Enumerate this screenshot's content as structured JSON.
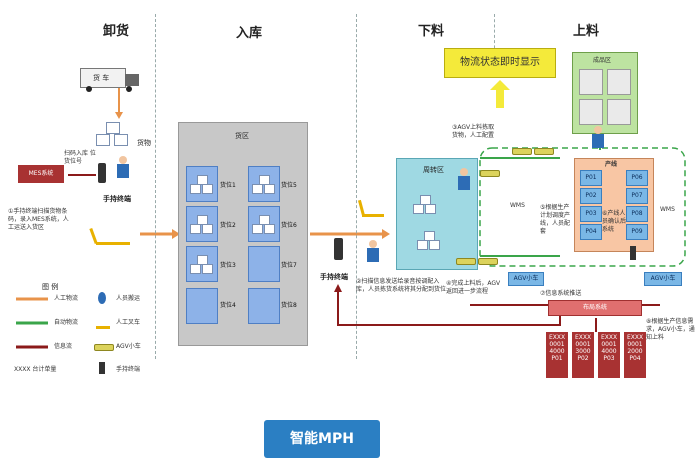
{
  "phases": {
    "unload": "卸货",
    "inbound": "入库",
    "feeding": "下料",
    "loading": "上料"
  },
  "truck_label": "货 车",
  "cargo_label": "货物",
  "mes_left": "MES系统",
  "scan_note": "扫码入库 位货位号",
  "handheld_label_1": "手持终端",
  "handheld_label_2": "手持终端",
  "note_manual": "①手持终端扫描货物条码，录入MES系统，人工运送入货区",
  "cargo_zone_title": "货区",
  "slots": [
    "货位1",
    "货位2",
    "货位3",
    "货位4",
    "货位5",
    "货位6",
    "货位7",
    "货位8"
  ],
  "legend": {
    "title": "图  例",
    "items": [
      {
        "left": "人工物流",
        "right": "人员搬运"
      },
      {
        "left": "自动物流",
        "right": "人工叉车"
      },
      {
        "left": "信息流",
        "right": "AGV小车"
      },
      {
        "left": "XXXX 台计单量",
        "right": "手持终端"
      }
    ]
  },
  "buffer_title": "周转区",
  "note_agv_feed": "③AGV上料拣取货物，人工配置",
  "note_scan": "②扫描信息发送给录音按调配入库，人员拣货系统将其分配到货位",
  "note_done": "④完成上料后，AGV返回进一步流程",
  "status_banner": "物流状态即时显示",
  "finished_area": "成品区",
  "production_line": "产线",
  "press_cells": [
    "P01",
    "P02",
    "P03",
    "P04"
  ],
  "right_cells": [
    "P06",
    "P07",
    "P08",
    "P09"
  ],
  "wms_left": "WMS",
  "wms_right": "WMS",
  "note_sched": "⑤根据生产计划调度产线，人员配套",
  "note_line": "⑥产线人员确认后系统",
  "agv_left": "AGV小车",
  "agv_right": "AGV小车",
  "mes_bar": "布局系统",
  "note_mes_push": "⑦信息系统推送",
  "note_right": "⑧根据生产信息需求，AGV小车，通知上料",
  "red_tables": [
    "EXXX 0001 4000 P01",
    "EXXX 0001 3000 P02",
    "EXXX 0001 4000 P03",
    "EXXX 0001 2000 P04"
  ],
  "footer_badge": "智能MPH"
}
